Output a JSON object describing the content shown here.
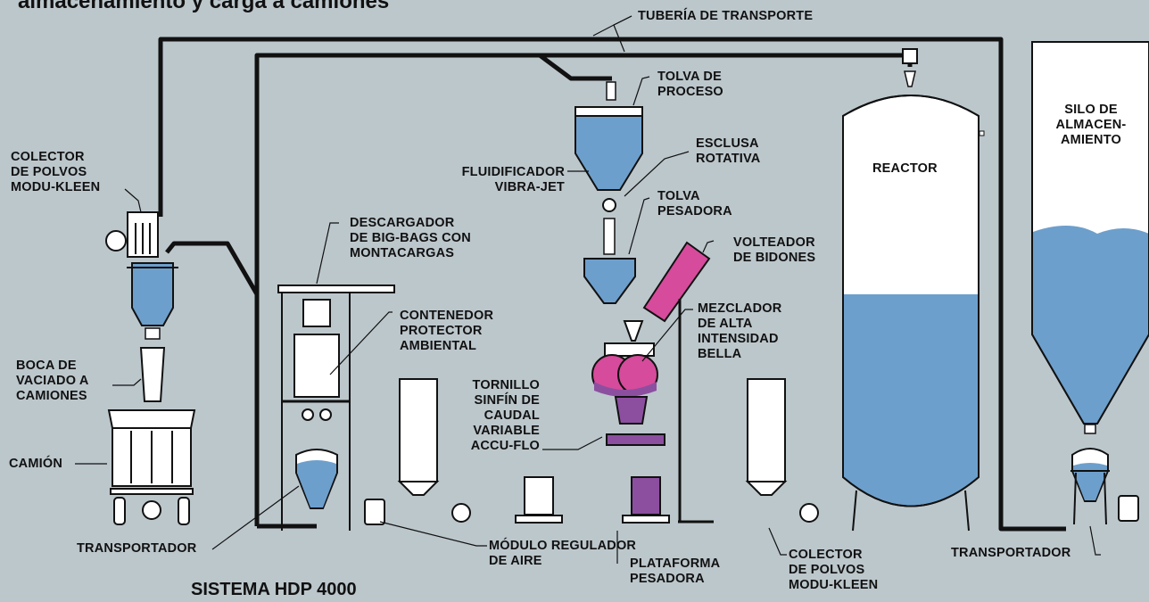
{
  "title": "almacenamiento y carga a camiones",
  "system_name": "SISTEMA HDP 4000",
  "labels": {
    "tuberia": "TUBERÍA DE TRANSPORTE",
    "tolva_proceso": "TOLVA DE\nPROCESO",
    "esclusa": "ESCLUSA\nROTATIVA",
    "fluidificador": "FLUIDIFICADOR\nVIBRA-JET",
    "tolva_pesadora": "TOLVA\nPESADORA",
    "volteador": "VOLTEADOR\nDE BIDONES",
    "mezclador": "MEZCLADOR\nDE ALTA\nINTENSIDAD\nBELLA",
    "tornillo": "TORNILLO\nSINFÍN DE\nCAUDAL\nVARIABLE\nACCU-FLO",
    "descargador": "DESCARGADOR\nDE BIG-BAGS CON\nMONTACARGAS",
    "contenedor": "CONTENEDOR\nPROTECTOR\nAMBIENTAL",
    "colector_izq": "COLECTOR\nDE POLVOS\nMODU-KLEEN",
    "boca": "BOCA DE\nVACIADO A\nCAMIONES",
    "camion": "CAMIÓN",
    "transportador_izq": "TRANSPORTADOR",
    "modulo": "MÓDULO REGULADOR\nDE AIRE",
    "plataforma": "PLATAFORMA\nPESADORA",
    "colector_der": "COLECTOR\nDE POLVOS\nMODU-KLEEN",
    "transportador_der": "TRANSPORTADOR",
    "reactor": "REACTOR",
    "silo": "SILO DE\nALMACEN-\nAMIENTO"
  },
  "colors": {
    "background": "#bcc7cc",
    "material_blue": "#6d9fcc",
    "material_pink": "#d64b9b",
    "material_purple": "#8c4fa0",
    "equipment_white": "#ffffff",
    "line": "#111111"
  }
}
